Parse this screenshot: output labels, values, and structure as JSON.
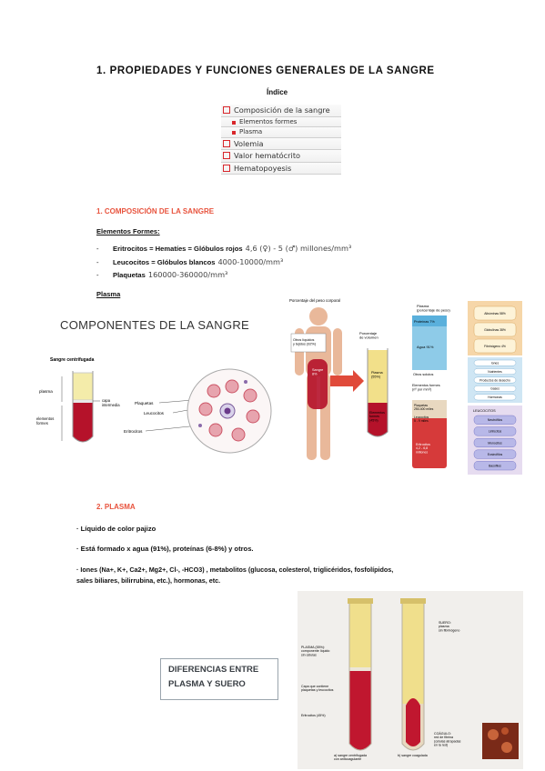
{
  "title": "1.  PROPIEDADES Y FUNCIONES GENERALES DE LA SANGRE",
  "indice": {
    "label": "Índice",
    "items": [
      {
        "label": "Composición de la sangre",
        "level": 0
      },
      {
        "label": "Elementos formes",
        "level": 1
      },
      {
        "label": "Plasma",
        "level": 1
      },
      {
        "label": "Volemia",
        "level": 0
      },
      {
        "label": "Valor hematócrito",
        "level": 0
      },
      {
        "label": "Hematopoyesis",
        "level": 0
      }
    ]
  },
  "section1": {
    "heading": "1.    COMPOSICIÓN DE LA SANGRE",
    "subheading": "Elementos Formes:",
    "bullets": [
      {
        "dash": "-",
        "label": "Eritrocitos = Hematíes = Glóbulos rojos",
        "value": "4,6 (♀) - 5 (♂) millones/mm³"
      },
      {
        "dash": "-",
        "label": "Leucocitos = Glóbulos blancos",
        "value": "4000-10000/mm³"
      },
      {
        "dash": "-",
        "label": "Plaquetas",
        "value": "160000-360000/mm³"
      }
    ],
    "plasma_label": "Plasma"
  },
  "figure_components": {
    "title": "COMPONENTES DE LA SANGRE",
    "tube_caption": "Sangre centrifugada",
    "labels": {
      "plasma": "plasma",
      "capa": "capa\nintermedia",
      "elementos": "elementos\nformes",
      "plaquetas": "Plaquetas",
      "leucocitos": "Leucocitos",
      "eritrocitos": "Eritrocitos"
    }
  },
  "figure_body": {
    "labels": {
      "peso": "Porcentaje del peso corporal",
      "otros": "Otros líquidos\ny tejidos (92%)",
      "sangre": "Sangre\n8%",
      "volumen": "Porcentaje\nde volumen",
      "plasma_tube": "Plasma\n(55%)",
      "formes_tube": "Elementos\nformes\n(45%)",
      "plasma_head": "Plasma\n(porcentaje de peso)",
      "proteinas": "Proteínas 7%",
      "agua": "Agua 91%",
      "otros_solutos": "Otros solutos",
      "formes_head": "Elementos formes\n(nº por mm³)",
      "plaquetas": "Plaquetas\n250-400 miles",
      "leucocitos": "Leucocitos\n5 - 9 miles",
      "eritrocitos": "Eritrocitos\n4,2 - 6,8\nmillones"
    },
    "proteins": [
      "Albúminas 58%",
      "Globulinas 38%",
      "Fibrinógeno 4%"
    ],
    "solutes": [
      "Iones",
      "Nutrientes",
      "Productos de\ndesecho",
      "Gases",
      "Hormonas"
    ],
    "leukocytes_title": "LEUCOCITOS",
    "leukocytes": [
      "Neutrófilos",
      "Linfocitos",
      "Monocitos",
      "Eosinófilos",
      "Basófilos"
    ]
  },
  "section2": {
    "heading": "2.    PLASMA",
    "lines": [
      "· Líquido de color pajizo",
      "· Está formado x agua (91%), proteínas (6-8%) y otros.",
      "· Iones  (Na+, K+, Ca2+, Mg2+, Cl-, -HCO3) , metabolitos (glucosa, colesterol, triglicéridos, fosfolípidos,",
      "sales biliares, bilirrubina, etc.), hormonas, etc."
    ]
  },
  "callout": {
    "line1": "DIFERENCIAS ENTRE",
    "line2": "PLASMA Y SUERO"
  },
  "figure_tubes": {
    "left_labels": {
      "plasma": "PLASMA (55%):\ncomponente líquido\nsin células",
      "capa": "Capa que contiene\nplaquetas y leucocitos",
      "eritrocitos": "Eritrocitos (45%)"
    },
    "right_labels": {
      "suero": "SUERO:\nplasma\nsin fibrinógeno",
      "coagulo": "COÁGULO:\nred de fibrina\n(células atrapadas\nen la red)"
    },
    "captions": [
      "a) sangre centrifugada\ncon anticoagulante",
      "b) sangre coagulada"
    ]
  },
  "colors": {
    "accent": "#e8533d",
    "toc_box": "#d8262b",
    "blood": "#b5122a",
    "plasma": "#f2e08a"
  }
}
